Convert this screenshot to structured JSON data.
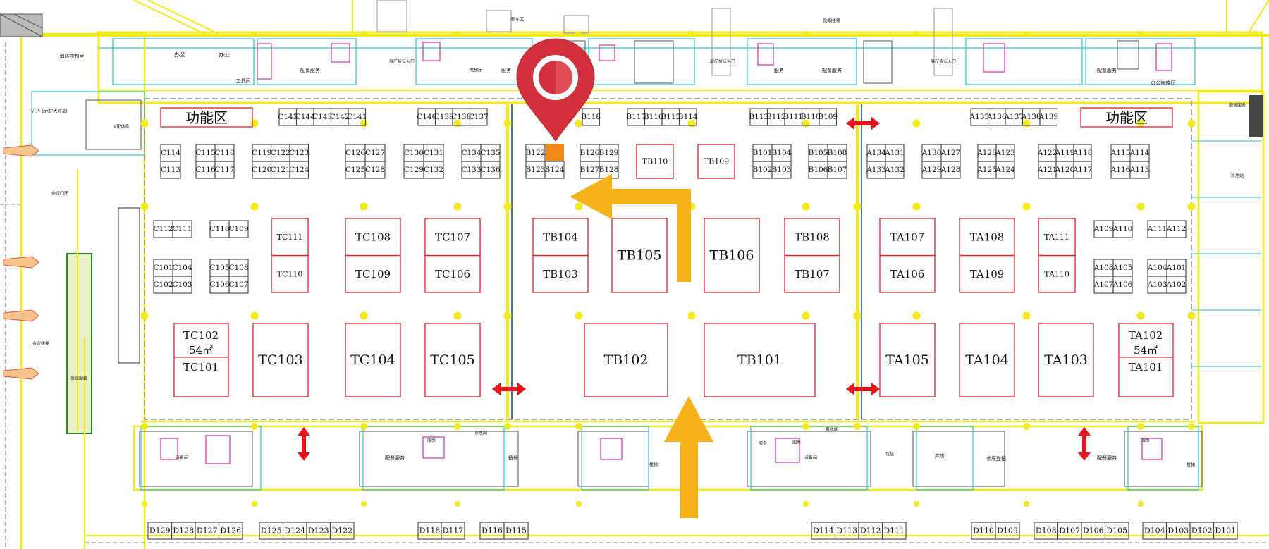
{
  "functional_zone_label": "功能区",
  "top_small_labels": [
    "办公",
    "办公",
    "工具间",
    "配餐服务",
    "服务",
    "服务",
    "展厅货运入口",
    "展厅货运入口",
    "展厅货运入口",
    "配餐服务",
    "配餐服务",
    "配餐服务",
    "办公电梯厅",
    "VIP门厅(扩大前室)",
    "VIP休息",
    "电梯厅",
    "轿车区",
    "防烟楼梯",
    "冷热站"
  ],
  "bottom_small_labels": [
    "配餐服务",
    "服务",
    "茶水间",
    "备餐",
    "服务",
    "茶水间",
    "设备间",
    "垃圾",
    "服务",
    "楼梯",
    "配餐服务",
    "参展登记",
    "库房",
    "设备间",
    "服务",
    "楼梯"
  ],
  "left_small_labels": [
    "消防控制室",
    "会议门厅",
    "会议楼梯",
    "会议配套"
  ],
  "top_row_booths": [
    {
      "id": "C145"
    },
    {
      "id": "C144"
    },
    {
      "id": "C143"
    },
    {
      "id": "C142"
    },
    {
      "id": "C141"
    },
    {
      "id": "C140"
    },
    {
      "id": "C139"
    },
    {
      "id": "C138"
    },
    {
      "id": "C137"
    },
    {
      "id": "B118"
    },
    {
      "id": "B117"
    },
    {
      "id": "B116"
    },
    {
      "id": "B115"
    },
    {
      "id": "B114"
    },
    {
      "id": "B113"
    },
    {
      "id": "B112"
    },
    {
      "id": "B111"
    },
    {
      "id": "B110"
    },
    {
      "id": "B109"
    },
    {
      "id": "A135"
    },
    {
      "id": "A136"
    },
    {
      "id": "A137"
    },
    {
      "id": "A138"
    },
    {
      "id": "A139"
    }
  ],
  "small_booths": [
    {
      "id": "C114"
    },
    {
      "id": "C113"
    },
    {
      "id": "C115"
    },
    {
      "id": "C118"
    },
    {
      "id": "C116"
    },
    {
      "id": "C117"
    },
    {
      "id": "C119"
    },
    {
      "id": "C122"
    },
    {
      "id": "C123"
    },
    {
      "id": "C120"
    },
    {
      "id": "C121"
    },
    {
      "id": "C124"
    },
    {
      "id": "C126"
    },
    {
      "id": "C127"
    },
    {
      "id": "C125"
    },
    {
      "id": "C128"
    },
    {
      "id": "C130"
    },
    {
      "id": "C131"
    },
    {
      "id": "C129"
    },
    {
      "id": "C132"
    },
    {
      "id": "C134"
    },
    {
      "id": "C135"
    },
    {
      "id": "C133"
    },
    {
      "id": "C136"
    },
    {
      "id": "B122"
    },
    {
      "id": "B123"
    },
    {
      "id": "B124"
    },
    {
      "id": "B126"
    },
    {
      "id": "B129"
    },
    {
      "id": "B127"
    },
    {
      "id": "B128"
    },
    {
      "id": "TB110"
    },
    {
      "id": "TB109"
    },
    {
      "id": "B101"
    },
    {
      "id": "B104"
    },
    {
      "id": "B102"
    },
    {
      "id": "B103"
    },
    {
      "id": "B105"
    },
    {
      "id": "B108"
    },
    {
      "id": "B106"
    },
    {
      "id": "B107"
    },
    {
      "id": "A134"
    },
    {
      "id": "A131"
    },
    {
      "id": "A133"
    },
    {
      "id": "A132"
    },
    {
      "id": "A130"
    },
    {
      "id": "A127"
    },
    {
      "id": "A129"
    },
    {
      "id": "A128"
    },
    {
      "id": "A126"
    },
    {
      "id": "A123"
    },
    {
      "id": "A125"
    },
    {
      "id": "A124"
    },
    {
      "id": "A122"
    },
    {
      "id": "A119"
    },
    {
      "id": "A118"
    },
    {
      "id": "A121"
    },
    {
      "id": "A120"
    },
    {
      "id": "A117"
    },
    {
      "id": "A115"
    },
    {
      "id": "A114"
    },
    {
      "id": "A116"
    },
    {
      "id": "A113"
    },
    {
      "id": "C112"
    },
    {
      "id": "C111"
    },
    {
      "id": "C110"
    },
    {
      "id": "C109"
    },
    {
      "id": "C101"
    },
    {
      "id": "C104"
    },
    {
      "id": "C102"
    },
    {
      "id": "C103"
    },
    {
      "id": "C105"
    },
    {
      "id": "C108"
    },
    {
      "id": "C106"
    },
    {
      "id": "C107"
    },
    {
      "id": "A109"
    },
    {
      "id": "A110"
    },
    {
      "id": "A111"
    },
    {
      "id": "A112"
    },
    {
      "id": "A108"
    },
    {
      "id": "A105"
    },
    {
      "id": "A107"
    },
    {
      "id": "A106"
    },
    {
      "id": "A104"
    },
    {
      "id": "A101"
    },
    {
      "id": "A103"
    },
    {
      "id": "A102"
    }
  ],
  "large_booths": [
    {
      "id": "TC111"
    },
    {
      "id": "TC110"
    },
    {
      "id": "TC108"
    },
    {
      "id": "TC109"
    },
    {
      "id": "TC107"
    },
    {
      "id": "TC106"
    },
    {
      "id": "TB104"
    },
    {
      "id": "TB103"
    },
    {
      "id": "TB105"
    },
    {
      "id": "TB106"
    },
    {
      "id": "TB108"
    },
    {
      "id": "TB107"
    },
    {
      "id": "TA107"
    },
    {
      "id": "TA106"
    },
    {
      "id": "TA108"
    },
    {
      "id": "TA109"
    },
    {
      "id": "TA111"
    },
    {
      "id": "TA110"
    },
    {
      "id": "TC102"
    },
    {
      "id": "TC102_area",
      "text": "54㎡"
    },
    {
      "id": "TC101"
    },
    {
      "id": "TC103"
    },
    {
      "id": "TC104"
    },
    {
      "id": "TC105"
    },
    {
      "id": "TB102"
    },
    {
      "id": "TB101"
    },
    {
      "id": "TA105"
    },
    {
      "id": "TA104"
    },
    {
      "id": "TA103"
    },
    {
      "id": "TA102"
    },
    {
      "id": "TA102_area",
      "text": "54㎡"
    },
    {
      "id": "TA101"
    }
  ],
  "bottom_row_booths": [
    {
      "id": "D129"
    },
    {
      "id": "D128"
    },
    {
      "id": "D127"
    },
    {
      "id": "D126"
    },
    {
      "id": "D125"
    },
    {
      "id": "D124"
    },
    {
      "id": "D123"
    },
    {
      "id": "D122"
    },
    {
      "id": "D118"
    },
    {
      "id": "D117"
    },
    {
      "id": "D116"
    },
    {
      "id": "D115"
    },
    {
      "id": "D114"
    },
    {
      "id": "D113"
    },
    {
      "id": "D112"
    },
    {
      "id": "D111"
    },
    {
      "id": "D110"
    },
    {
      "id": "D109"
    },
    {
      "id": "D108"
    },
    {
      "id": "D107"
    },
    {
      "id": "D106"
    },
    {
      "id": "D105"
    },
    {
      "id": "D104"
    },
    {
      "id": "D103"
    },
    {
      "id": "D102"
    },
    {
      "id": "D101"
    }
  ],
  "route": {
    "start": "bottom entrance",
    "destination": "B124",
    "arrow_color": "#f5b21a"
  },
  "marker": {
    "icon": "location-pin-icon",
    "color": "#d2303a"
  },
  "colors": {
    "booth_outline": "#d8262c",
    "wall": "#f2ea1d",
    "service_line": "#2ec4c9",
    "door_arrow": "#e8141c"
  }
}
